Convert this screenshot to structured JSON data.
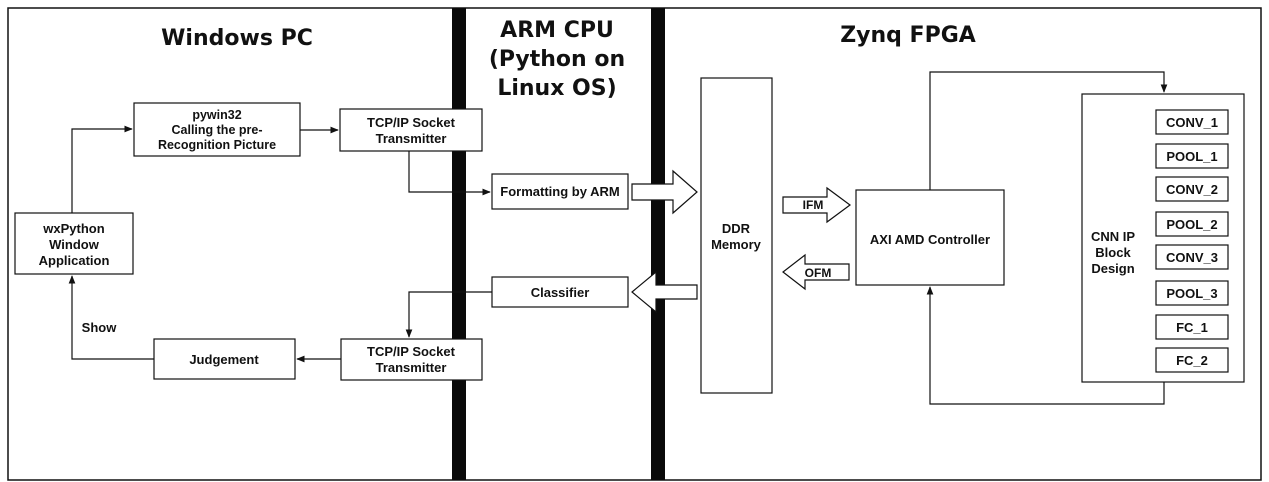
{
  "sections": {
    "windows_pc": "Windows PC",
    "arm_cpu": [
      "ARM CPU",
      "(Python on",
      "Linux OS)"
    ],
    "zynq_fpga": "Zynq FPGA"
  },
  "nodes": {
    "wxpython": [
      "wxPython",
      "Window",
      "Application"
    ],
    "pywin32": [
      "pywin32",
      "Calling the pre-",
      "Recognition Picture"
    ],
    "tcp_top": [
      "TCP/IP Socket",
      "Transmitter"
    ],
    "formatting": [
      "Formatting by ARM"
    ],
    "classifier": [
      "Classifier"
    ],
    "tcp_bottom": [
      "TCP/IP Socket",
      "Transmitter"
    ],
    "judgement": [
      "Judgement"
    ],
    "ddr": [
      "DDR",
      "Memory"
    ],
    "axi": [
      "AXI AMD Controller"
    ],
    "cnn_ip": [
      "CNN IP",
      "Block",
      "Design"
    ],
    "layers": [
      "CONV_1",
      "POOL_1",
      "CONV_2",
      "POOL_2",
      "CONV_3",
      "POOL_3",
      "FC_1",
      "FC_2"
    ]
  },
  "edge_labels": {
    "show": "Show",
    "ifm": "IFM",
    "ofm": "OFM"
  }
}
